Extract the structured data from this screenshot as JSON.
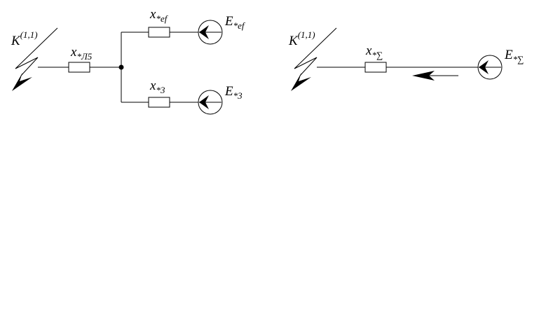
{
  "left": {
    "fault": {
      "base": "K",
      "sup": "(1,1)"
    },
    "line": {
      "base": "x",
      "sub": "*Л5"
    },
    "top_branch": {
      "base": "x",
      "sub": "*ef"
    },
    "bottom_branch": {
      "base": "x",
      "sub": "*3"
    },
    "source_top": {
      "base": "E",
      "sub": "*ef"
    },
    "source_bottom": {
      "base": "E",
      "sub": "*3"
    }
  },
  "right": {
    "fault": {
      "base": "K",
      "sup": "(1,1)"
    },
    "equivalent": {
      "base": "x",
      "sub": "*∑"
    },
    "source": {
      "base": "E",
      "sub": "*∑"
    }
  }
}
